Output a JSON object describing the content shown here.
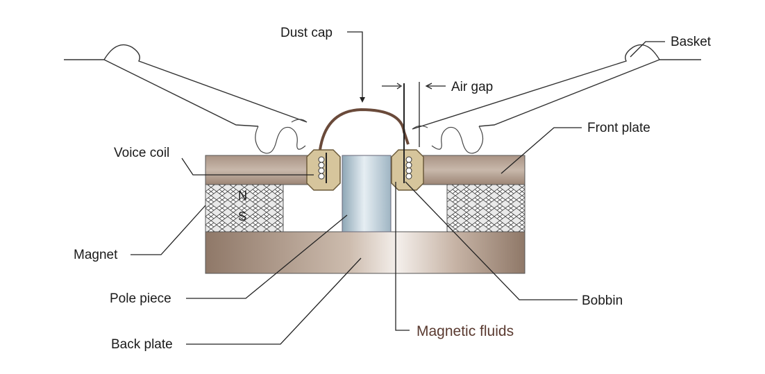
{
  "labels": {
    "dust_cap": "Dust cap",
    "basket": "Basket",
    "air_gap": "Air gap",
    "front_plate": "Front plate",
    "voice_coil": "Voice coil",
    "magnet": "Magnet",
    "pole_piece": "Pole piece",
    "bobbin": "Bobbin",
    "back_plate": "Back plate",
    "magnetic_fluids": "Magnetic fluids"
  },
  "poles": {
    "north": "N",
    "south": "S"
  },
  "colors": {
    "plate": "#b3a093",
    "plate_highlight": "#ece6e1",
    "pole_piece": "#bcd0dc",
    "coil_block": "#d6c59c",
    "dust_cap": "#6a4a3a",
    "magnetic_fluids_label": "#5a3a30"
  }
}
